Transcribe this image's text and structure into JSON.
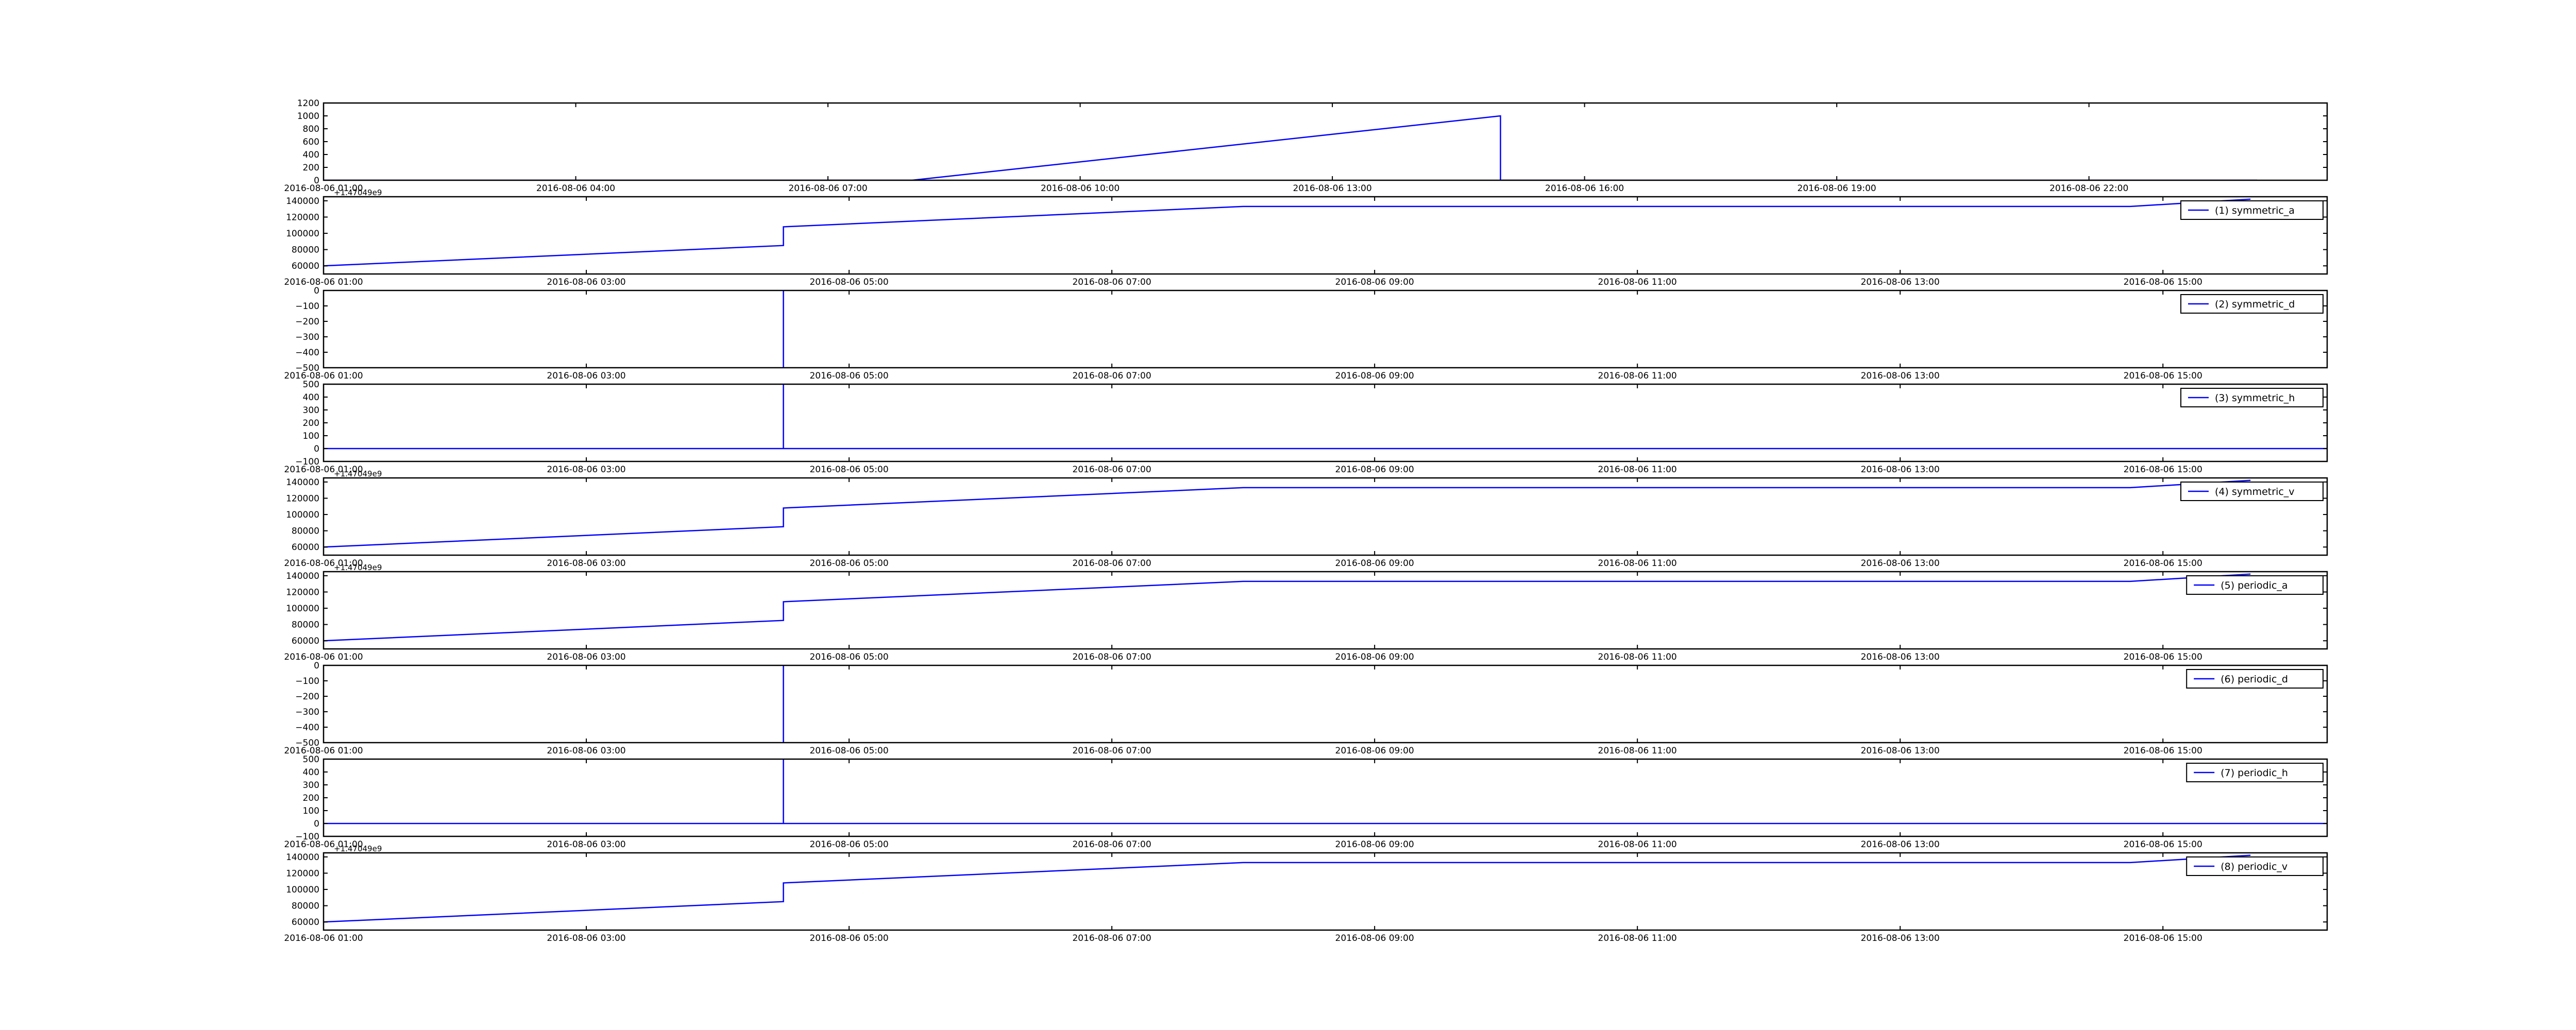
{
  "chart_data": [
    {
      "type": "line",
      "title": "",
      "series": [
        {
          "color": "#0000ff",
          "x": [
            "2016-08-06 00:00",
            "2016-08-06 08:00",
            "2016-08-06 15:00",
            "2016-08-06 15:00",
            "2016-08-07 00:00"
          ],
          "y": [
            0,
            0,
            1000,
            0,
            0
          ]
        }
      ],
      "xlim": [
        "2016-08-06 01:00",
        "2016-08-07 00:50"
      ],
      "ylim": [
        0,
        1200
      ],
      "yticks": [
        0,
        200,
        400,
        600,
        800,
        1000,
        1200
      ],
      "yticklabels": [
        "0",
        "200",
        "400",
        "600",
        "800",
        "1000",
        "1200"
      ],
      "xticks": [
        "2016-08-06 01:00",
        "2016-08-06 04:00",
        "2016-08-06 07:00",
        "2016-08-06 10:00",
        "2016-08-06 13:00",
        "2016-08-06 16:00",
        "2016-08-06 19:00",
        "2016-08-06 22:00"
      ],
      "xticklabels": [
        "2016-08-06 01:00",
        "2016-08-06 04:00",
        "2016-08-06 07:00",
        "2016-08-06 10:00",
        "2016-08-06 13:00",
        "2016-08-06 16:00",
        "2016-08-06 19:00",
        "2016-08-06 22:00"
      ],
      "grid": false,
      "legend": null
    },
    {
      "type": "line",
      "title": "",
      "offset_text": "+1.47049e9",
      "series": [
        {
          "name": "(1) symmetric_a",
          "color": "#0000ff",
          "x": [
            "2016-08-06 01:00",
            "2016-08-06 04:30",
            "2016-08-06 04:30",
            "2016-08-06 08:00",
            "2016-08-06 14:45",
            "2016-08-06 15:40"
          ],
          "y": [
            60000,
            85000,
            108000,
            133000,
            133000,
            142000
          ]
        }
      ],
      "xlim": [
        "2016-08-06 01:00",
        "2016-08-06 16:15"
      ],
      "ylim": [
        50000,
        145000
      ],
      "yticks": [
        60000,
        80000,
        100000,
        120000,
        140000
      ],
      "yticklabels": [
        "60000",
        "80000",
        "100000",
        "120000",
        "140000"
      ],
      "xticks": [
        "2016-08-06 01:00",
        "2016-08-06 03:00",
        "2016-08-06 05:00",
        "2016-08-06 07:00",
        "2016-08-06 09:00",
        "2016-08-06 11:00",
        "2016-08-06 13:00",
        "2016-08-06 15:00"
      ],
      "xticklabels": [
        "2016-08-06 01:00",
        "2016-08-06 03:00",
        "2016-08-06 05:00",
        "2016-08-06 07:00",
        "2016-08-06 09:00",
        "2016-08-06 11:00",
        "2016-08-06 13:00",
        "2016-08-06 15:00"
      ],
      "grid": false,
      "legend": "top-right"
    },
    {
      "type": "line",
      "title": "",
      "series": [
        {
          "name": "(2) symmetric_d",
          "color": "#0000ff",
          "x": [
            "2016-08-06 04:30",
            "2016-08-06 04:30"
          ],
          "y": [
            -500,
            0
          ]
        }
      ],
      "xlim": [
        "2016-08-06 01:00",
        "2016-08-06 16:15"
      ],
      "ylim": [
        -500,
        0
      ],
      "yticks": [
        -500,
        -400,
        -300,
        -200,
        -100,
        0
      ],
      "yticklabels": [
        "−500",
        "−400",
        "−300",
        "−200",
        "−100",
        "0"
      ],
      "xticks": [
        "2016-08-06 01:00",
        "2016-08-06 03:00",
        "2016-08-06 05:00",
        "2016-08-06 07:00",
        "2016-08-06 09:00",
        "2016-08-06 11:00",
        "2016-08-06 13:00",
        "2016-08-06 15:00"
      ],
      "xticklabels": [
        "2016-08-06 01:00",
        "2016-08-06 03:00",
        "2016-08-06 05:00",
        "2016-08-06 07:00",
        "2016-08-06 09:00",
        "2016-08-06 11:00",
        "2016-08-06 13:00",
        "2016-08-06 15:00"
      ],
      "grid": false,
      "legend": "top-right"
    },
    {
      "type": "line",
      "title": "",
      "series": [
        {
          "name": "(3) symmetric_h",
          "color": "#0000ff",
          "x": [
            "2016-08-06 01:00",
            "2016-08-06 04:30",
            "2016-08-06 04:30",
            "2016-08-06 04:30",
            "2016-08-06 16:15"
          ],
          "y": [
            0,
            0,
            500,
            0,
            0
          ]
        }
      ],
      "xlim": [
        "2016-08-06 01:00",
        "2016-08-06 16:15"
      ],
      "ylim": [
        -100,
        500
      ],
      "yticks": [
        -100,
        0,
        100,
        200,
        300,
        400,
        500
      ],
      "yticklabels": [
        "−100",
        "0",
        "100",
        "200",
        "300",
        "400",
        "500"
      ],
      "xticks": [
        "2016-08-06 01:00",
        "2016-08-06 03:00",
        "2016-08-06 05:00",
        "2016-08-06 07:00",
        "2016-08-06 09:00",
        "2016-08-06 11:00",
        "2016-08-06 13:00",
        "2016-08-06 15:00"
      ],
      "xticklabels": [
        "2016-08-06 01:00",
        "2016-08-06 03:00",
        "2016-08-06 05:00",
        "2016-08-06 07:00",
        "2016-08-06 09:00",
        "2016-08-06 11:00",
        "2016-08-06 13:00",
        "2016-08-06 15:00"
      ],
      "grid": false,
      "legend": "top-right"
    },
    {
      "type": "line",
      "title": "",
      "offset_text": "+1.47049e9",
      "series": [
        {
          "name": "(4) symmetric_v",
          "color": "#0000ff",
          "x": [
            "2016-08-06 01:00",
            "2016-08-06 04:30",
            "2016-08-06 04:30",
            "2016-08-06 08:00",
            "2016-08-06 14:45",
            "2016-08-06 15:40"
          ],
          "y": [
            60000,
            85000,
            108000,
            133000,
            133000,
            142000
          ]
        }
      ],
      "xlim": [
        "2016-08-06 01:00",
        "2016-08-06 16:15"
      ],
      "ylim": [
        50000,
        145000
      ],
      "yticks": [
        60000,
        80000,
        100000,
        120000,
        140000
      ],
      "yticklabels": [
        "60000",
        "80000",
        "100000",
        "120000",
        "140000"
      ],
      "xticks": [
        "2016-08-06 01:00",
        "2016-08-06 03:00",
        "2016-08-06 05:00",
        "2016-08-06 07:00",
        "2016-08-06 09:00",
        "2016-08-06 11:00",
        "2016-08-06 13:00",
        "2016-08-06 15:00"
      ],
      "xticklabels": [
        "2016-08-06 01:00",
        "2016-08-06 03:00",
        "2016-08-06 05:00",
        "2016-08-06 07:00",
        "2016-08-06 09:00",
        "2016-08-06 11:00",
        "2016-08-06 13:00",
        "2016-08-06 15:00"
      ],
      "grid": false,
      "legend": "top-right"
    },
    {
      "type": "line",
      "title": "",
      "offset_text": "+1.47049e9",
      "series": [
        {
          "name": "(5) periodic_a",
          "color": "#0000ff",
          "x": [
            "2016-08-06 01:00",
            "2016-08-06 04:30",
            "2016-08-06 04:30",
            "2016-08-06 08:00",
            "2016-08-06 14:45",
            "2016-08-06 15:40"
          ],
          "y": [
            60000,
            85000,
            108000,
            133000,
            133000,
            142000
          ]
        }
      ],
      "xlim": [
        "2016-08-06 01:00",
        "2016-08-06 16:15"
      ],
      "ylim": [
        50000,
        145000
      ],
      "yticks": [
        60000,
        80000,
        100000,
        120000,
        140000
      ],
      "yticklabels": [
        "60000",
        "80000",
        "100000",
        "120000",
        "140000"
      ],
      "xticks": [
        "2016-08-06 01:00",
        "2016-08-06 03:00",
        "2016-08-06 05:00",
        "2016-08-06 07:00",
        "2016-08-06 09:00",
        "2016-08-06 11:00",
        "2016-08-06 13:00",
        "2016-08-06 15:00"
      ],
      "xticklabels": [
        "2016-08-06 01:00",
        "2016-08-06 03:00",
        "2016-08-06 05:00",
        "2016-08-06 07:00",
        "2016-08-06 09:00",
        "2016-08-06 11:00",
        "2016-08-06 13:00",
        "2016-08-06 15:00"
      ],
      "grid": false,
      "legend": "top-right"
    },
    {
      "type": "line",
      "title": "",
      "series": [
        {
          "name": "(6) periodic_d",
          "color": "#0000ff",
          "x": [
            "2016-08-06 04:30",
            "2016-08-06 04:30"
          ],
          "y": [
            -500,
            0
          ]
        }
      ],
      "xlim": [
        "2016-08-06 01:00",
        "2016-08-06 16:15"
      ],
      "ylim": [
        -500,
        0
      ],
      "yticks": [
        -500,
        -400,
        -300,
        -200,
        -100,
        0
      ],
      "yticklabels": [
        "−500",
        "−400",
        "−300",
        "−200",
        "−100",
        "0"
      ],
      "xticks": [
        "2016-08-06 01:00",
        "2016-08-06 03:00",
        "2016-08-06 05:00",
        "2016-08-06 07:00",
        "2016-08-06 09:00",
        "2016-08-06 11:00",
        "2016-08-06 13:00",
        "2016-08-06 15:00"
      ],
      "xticklabels": [
        "2016-08-06 01:00",
        "2016-08-06 03:00",
        "2016-08-06 05:00",
        "2016-08-06 07:00",
        "2016-08-06 09:00",
        "2016-08-06 11:00",
        "2016-08-06 13:00",
        "2016-08-06 15:00"
      ],
      "grid": false,
      "legend": "top-right"
    },
    {
      "type": "line",
      "title": "",
      "series": [
        {
          "name": "(7) periodic_h",
          "color": "#0000ff",
          "x": [
            "2016-08-06 01:00",
            "2016-08-06 04:30",
            "2016-08-06 04:30",
            "2016-08-06 04:30",
            "2016-08-06 16:15"
          ],
          "y": [
            0,
            0,
            500,
            0,
            0
          ]
        }
      ],
      "xlim": [
        "2016-08-06 01:00",
        "2016-08-06 16:15"
      ],
      "ylim": [
        -100,
        500
      ],
      "yticks": [
        -100,
        0,
        100,
        200,
        300,
        400,
        500
      ],
      "yticklabels": [
        "−100",
        "0",
        "100",
        "200",
        "300",
        "400",
        "500"
      ],
      "xticks": [
        "2016-08-06 01:00",
        "2016-08-06 03:00",
        "2016-08-06 05:00",
        "2016-08-06 07:00",
        "2016-08-06 09:00",
        "2016-08-06 11:00",
        "2016-08-06 13:00",
        "2016-08-06 15:00"
      ],
      "xticklabels": [
        "2016-08-06 01:00",
        "2016-08-06 03:00",
        "2016-08-06 05:00",
        "2016-08-06 07:00",
        "2016-08-06 09:00",
        "2016-08-06 11:00",
        "2016-08-06 13:00",
        "2016-08-06 15:00"
      ],
      "grid": false,
      "legend": "top-right"
    },
    {
      "type": "line",
      "title": "",
      "offset_text": "+1.47049e9",
      "series": [
        {
          "name": "(8) periodic_v",
          "color": "#0000ff",
          "x": [
            "2016-08-06 01:00",
            "2016-08-06 04:30",
            "2016-08-06 04:30",
            "2016-08-06 08:00",
            "2016-08-06 14:45",
            "2016-08-06 15:40"
          ],
          "y": [
            60000,
            85000,
            108000,
            133000,
            133000,
            142000
          ]
        }
      ],
      "xlim": [
        "2016-08-06 01:00",
        "2016-08-06 16:15"
      ],
      "ylim": [
        50000,
        145000
      ],
      "yticks": [
        60000,
        80000,
        100000,
        120000,
        140000
      ],
      "yticklabels": [
        "60000",
        "80000",
        "100000",
        "120000",
        "140000"
      ],
      "xticks": [
        "2016-08-06 01:00",
        "2016-08-06 03:00",
        "2016-08-06 05:00",
        "2016-08-06 07:00",
        "2016-08-06 09:00",
        "2016-08-06 11:00",
        "2016-08-06 13:00",
        "2016-08-06 15:00"
      ],
      "xticklabels": [
        "2016-08-06 01:00",
        "2016-08-06 03:00",
        "2016-08-06 05:00",
        "2016-08-06 07:00",
        "2016-08-06 09:00",
        "2016-08-06 11:00",
        "2016-08-06 13:00",
        "2016-08-06 15:00"
      ],
      "grid": false,
      "legend": "top-right"
    }
  ]
}
